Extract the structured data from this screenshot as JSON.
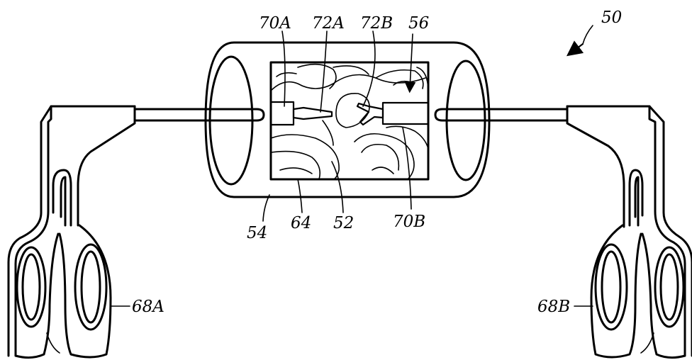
{
  "figure": {
    "labels": {
      "device": "50",
      "box_54": "54",
      "window_64": "64",
      "tissue_52": "52",
      "arrow_56": "56",
      "pad_70a": "70A",
      "pad_70b": "70B",
      "tip_72a": "72A",
      "tip_72b": "72B",
      "handle_68a": "68A",
      "handle_68b": "68B"
    }
  }
}
